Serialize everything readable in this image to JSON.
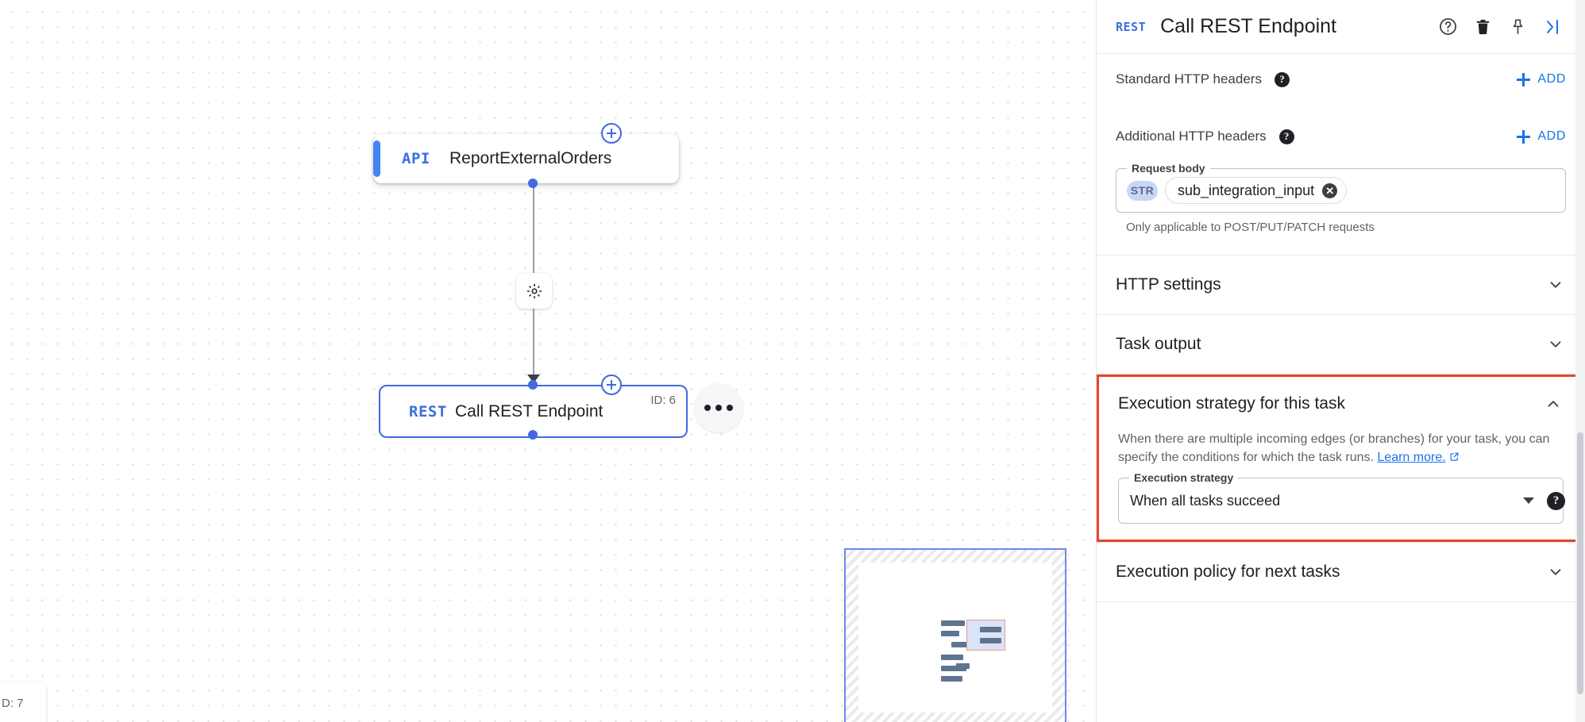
{
  "canvas": {
    "nodes": [
      {
        "badge": "API",
        "title": "ReportExternalOrders",
        "id_label": ""
      },
      {
        "badge": "REST",
        "title": "Call REST Endpoint",
        "id_label": "ID: 6"
      }
    ],
    "cut_off_node_id_label": "D: 7",
    "edge_icon": "gear-icon",
    "node_menu_icon": "more-options-icon",
    "add_node_icon": "plus-circle-icon"
  },
  "panel": {
    "header": {
      "badge": "REST",
      "title": "Call REST Endpoint",
      "icons": [
        "help-circle-icon",
        "trash-icon",
        "pin-icon",
        "collapse-panel-icon"
      ]
    },
    "standard_headers": {
      "label": "Standard HTTP headers",
      "help_icon": "help-icon",
      "add_label": "ADD"
    },
    "additional_headers": {
      "label": "Additional HTTP headers",
      "help_icon": "help-icon",
      "add_label": "ADD"
    },
    "request_body": {
      "legend": "Request body",
      "type_badge": "STR",
      "variable": "sub_integration_input",
      "remove_icon": "remove-variable-icon",
      "helper": "Only applicable to POST/PUT/PATCH requests"
    },
    "sections": [
      {
        "title": "HTTP settings",
        "expanded": false
      },
      {
        "title": "Task output",
        "expanded": false
      }
    ],
    "execution_strategy": {
      "title": "Execution strategy for this task",
      "expanded": true,
      "description_part1": "When there are multiple incoming edges (or branches) for your task, you can specify the conditions for which the task runs.",
      "link_text": "Learn more.",
      "select_legend": "Execution strategy",
      "select_value": "When all tasks succeed",
      "help_icon": "help-icon",
      "highlight_color": "#e8442a"
    },
    "execution_policy": {
      "title": "Execution policy for next tasks",
      "expanded": false
    }
  },
  "colors": {
    "accent_blue": "#4285f4",
    "link_blue": "#1a73e8",
    "highlight_red": "#e8442a",
    "node_border_selected": "#4269e2",
    "text_primary": "#202124",
    "text_secondary": "#5f6368"
  }
}
